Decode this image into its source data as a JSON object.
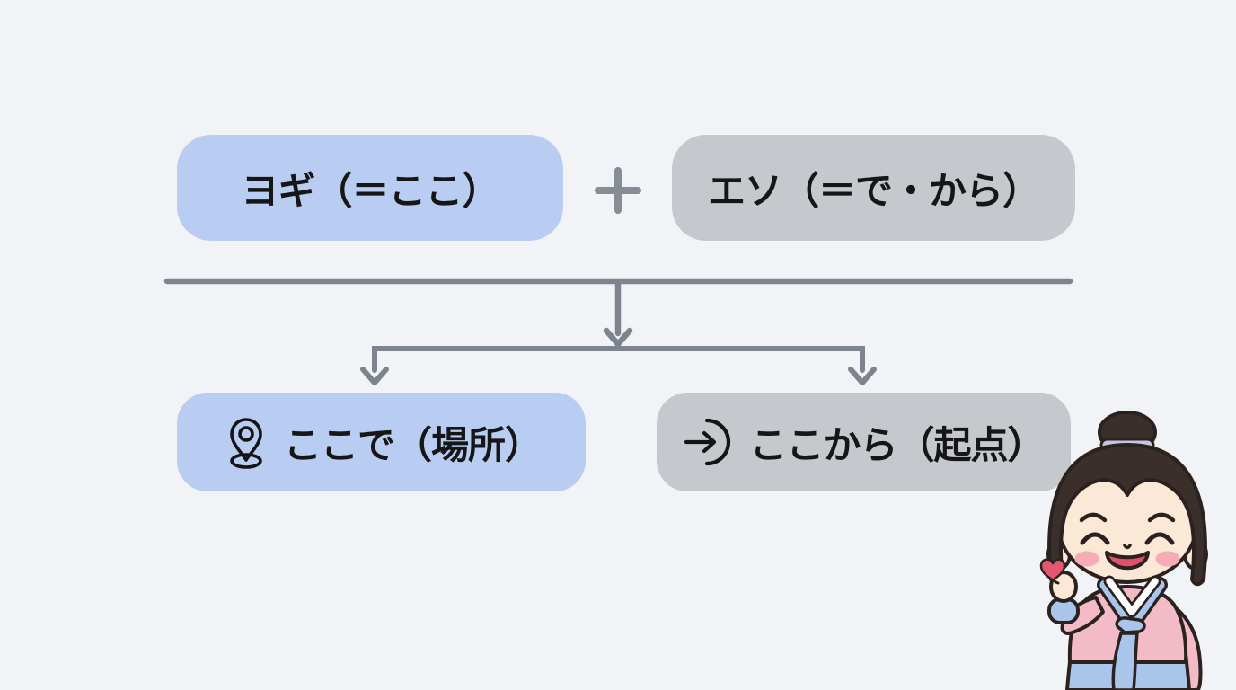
{
  "top_row": {
    "yogi_box": {
      "label": "ヨギ（＝ここ）"
    },
    "plus_symbol": "＋",
    "eso_box": {
      "label": "エソ（＝で・から）"
    }
  },
  "bottom_row": {
    "place_box": {
      "icon": "location-pin-icon",
      "label": "ここで（場所）"
    },
    "origin_box": {
      "icon": "arrow-departure-icon",
      "label": "ここから（起点）"
    }
  },
  "mascot": {
    "name": "hanbok-girl-finger-heart"
  },
  "colors": {
    "bg": "#f1f3f7",
    "blue_box": "#b9cdf2",
    "gray_box": "#c5c8cd",
    "connector": "#7d848e",
    "plus": "#868d97",
    "text": "#161616"
  }
}
